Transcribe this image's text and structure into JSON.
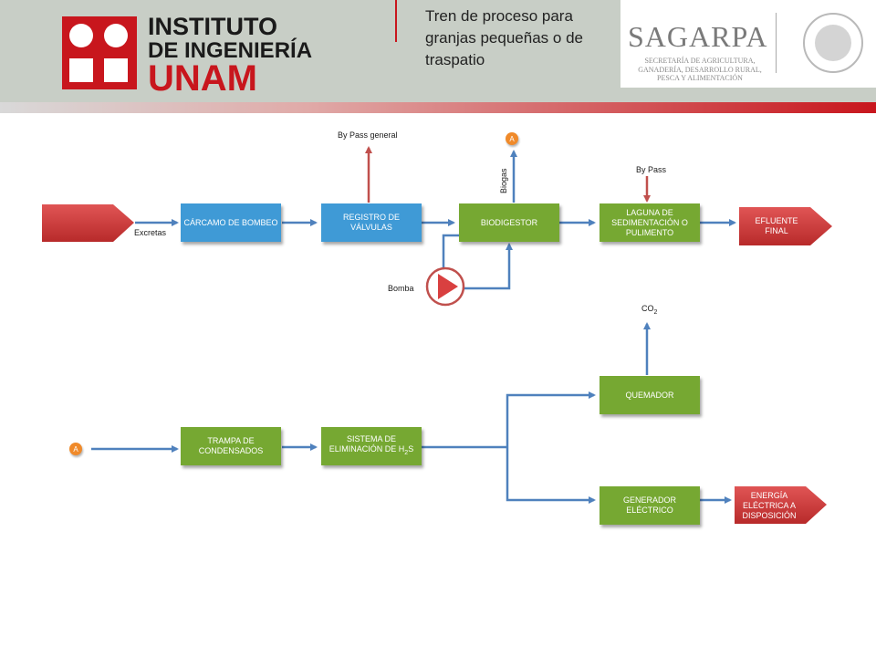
{
  "header": {
    "logo_line1": "INSTITUTO",
    "logo_line2": "DE INGENIERÍA",
    "logo_line3": "UNAM",
    "title": "Tren de proceso para granjas pequeñas o de traspatio",
    "sagarpa_name": "SAGARPA",
    "sagarpa_sub": "SECRETARÍA DE AGRICULTURA, GANADERÍA, DESARROLLO RURAL, PESCA Y ALIMENTACIÓN",
    "accent_red": "#c8161d"
  },
  "diagram": {
    "colors": {
      "blue": "#3f9ad6",
      "green": "#76a832",
      "red": "#cc3333",
      "connector": "#f08a2a",
      "arrow": "#4f81bd"
    },
    "nodes": {
      "carcamo": "CÁRCAMO DE BOMBEO",
      "registro": "REGISTRO DE VÁLVULAS",
      "biodigestor": "BIODIGESTOR",
      "laguna": "LAGUNA DE SEDIMENTACIÓN O PULIMENTO",
      "efluente": "EFLUENTE FINAL",
      "trampa": "TRAMPA DE CONDENSADOS",
      "sistema_prefix": "SISTEMA DE ELIMINACIÓN DE H",
      "sistema_sub": "2",
      "sistema_suffix": "S",
      "quemador": "QUEMADOR",
      "generador": "GENERADOR ELÉCTRICO",
      "energia": "ENERGÍA ELÉCTRICA A DISPOSICIÓN"
    },
    "labels": {
      "excretas": "Excretas",
      "bypass_general": "By Pass general",
      "bypass": "By Pass",
      "biogas": "Biogas",
      "bomba": "Bomba",
      "co2_prefix": "CO",
      "co2_sub": "2"
    },
    "connectors": {
      "top": "A",
      "left": "A"
    }
  }
}
